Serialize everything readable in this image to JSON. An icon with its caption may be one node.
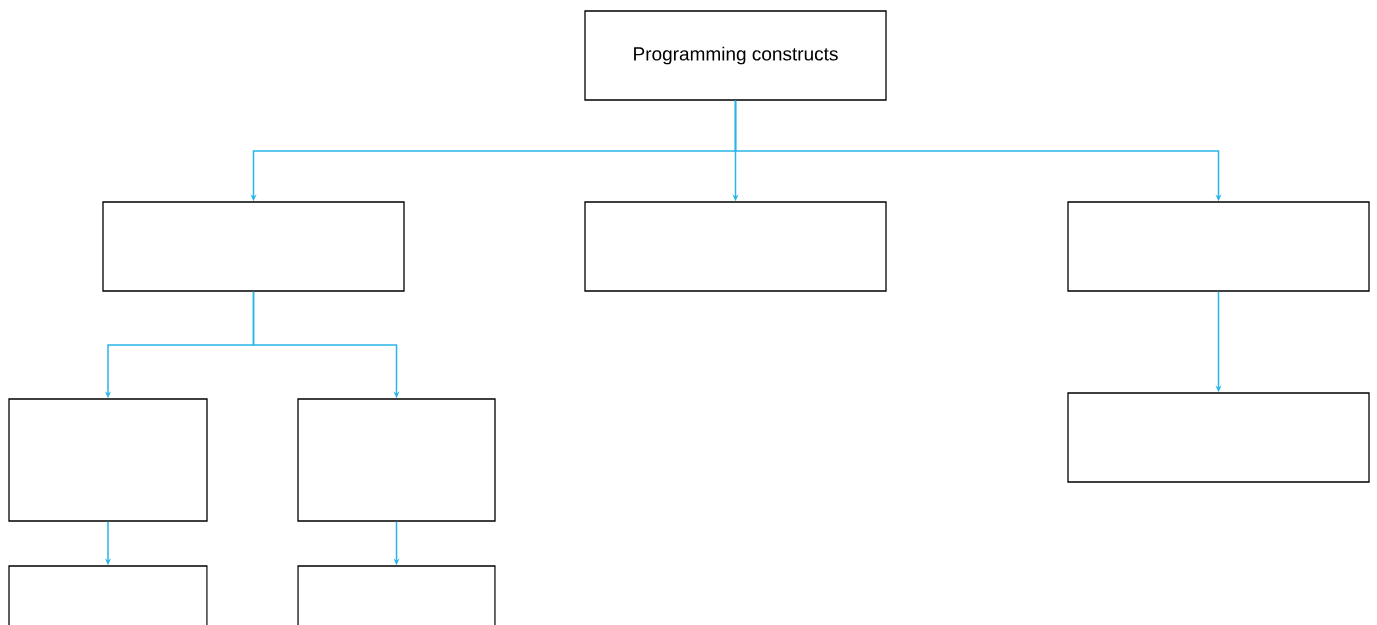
{
  "diagram": {
    "nodes": [
      {
        "text": [
          "Programming constructs"
        ]
      },
      {
        "text": [],
        "shape": "box"
      },
      {
        "text": [],
        "shape": "box"
      },
      {
        "text": [],
        "shape": "box"
      },
      {
        "text": [],
        "shape": "box"
      },
      {
        "text": [],
        "shape": "box"
      },
      {
        "text": [],
        "shape": "box"
      },
      {
        "text": [],
        "shape": "box"
      },
      {
        "text": [],
        "shape": "box"
      }
    ],
    "edges": [
      {
        "from": 0,
        "to": 1,
        "arrow": "to"
      },
      {
        "from": 0,
        "to": 2,
        "arrow": "to"
      },
      {
        "from": 0,
        "to": 3,
        "arrow": "to"
      },
      {
        "from": 1,
        "to": 4,
        "arrow": "to"
      },
      {
        "from": 1,
        "to": 5,
        "arrow": "to"
      },
      {
        "from": 3,
        "to": 6,
        "arrow": "to"
      },
      {
        "from": 4,
        "to": 7,
        "arrow": "to"
      },
      {
        "from": 5,
        "to": 8,
        "arrow": "to"
      }
    ]
  }
}
